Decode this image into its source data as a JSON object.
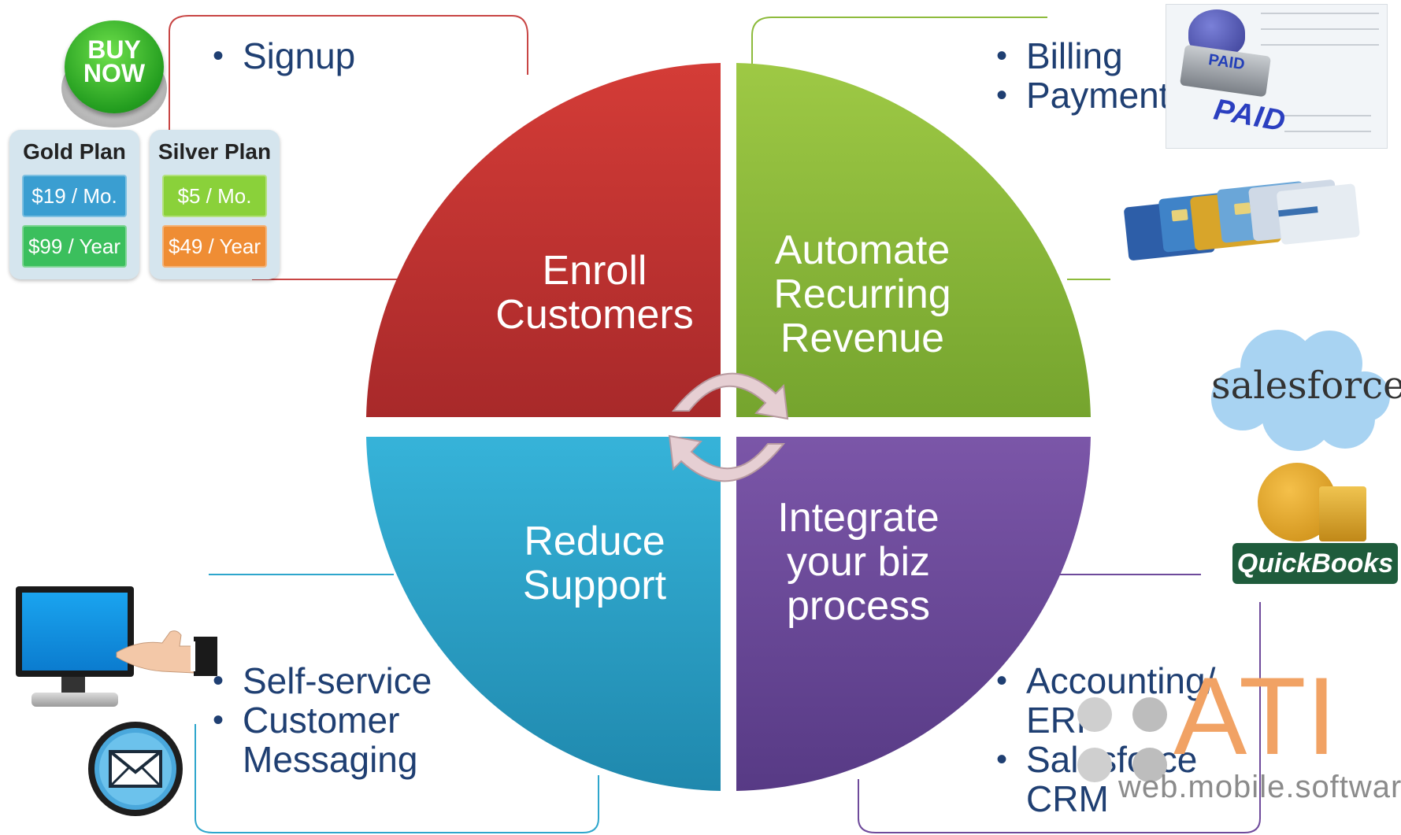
{
  "quadrants": {
    "enroll": "Enroll Customers",
    "automate": "Automate Recurring Revenue",
    "support": "Reduce Support",
    "integrate": "Integrate your biz process"
  },
  "bullets": {
    "enroll": [
      "Signup"
    ],
    "automate": [
      "Billing",
      "Payment"
    ],
    "support": [
      "Self-service",
      "Customer Messaging"
    ],
    "integrate": [
      "Accounting/ ERP",
      "Salesforce CRM"
    ]
  },
  "buy_now": {
    "line1": "BUY",
    "line2": "NOW"
  },
  "plans": {
    "gold": {
      "title": "Gold Plan",
      "monthly": "$19 / Mo.",
      "yearly": "$99 / Year"
    },
    "silver": {
      "title": "Silver Plan",
      "monthly": "$5 / Mo.",
      "yearly": "$49 / Year"
    }
  },
  "paid_stamp": {
    "stamp_text": "PAID",
    "doc_text": "PAID"
  },
  "logos": {
    "salesforce": "salesforce",
    "quickbooks": "QuickBooks",
    "ati": "ATI",
    "ati_tagline": "web.mobile.software"
  },
  "colors": {
    "enroll": "#c53734",
    "automate": "#8dbb3c",
    "support": "#2ea6cc",
    "integrate": "#6e4a9b",
    "text": "#1f3f72"
  }
}
